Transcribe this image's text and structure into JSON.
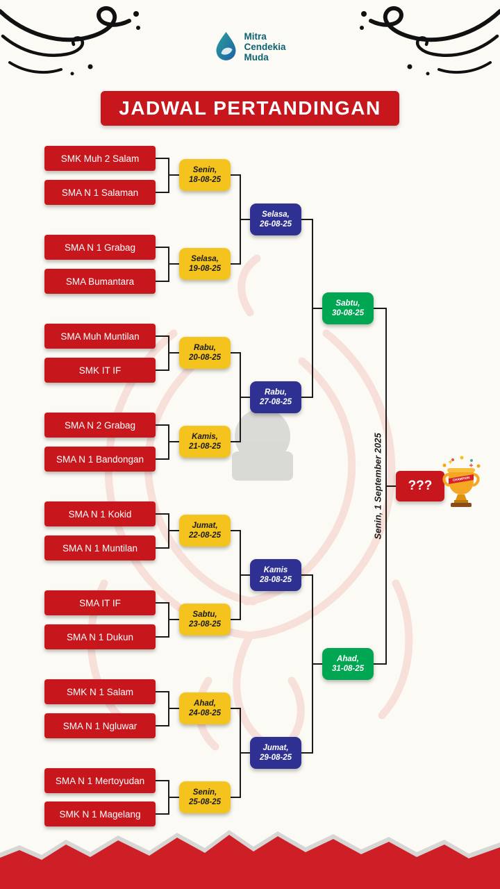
{
  "logo": {
    "lines": [
      "Mitra",
      "Cendekia",
      "Muda"
    ]
  },
  "title": "JADWAL PERTANDINGAN",
  "colors": {
    "red": "#C8161D",
    "yellow": "#F5C31D",
    "blue": "#2E3192",
    "green": "#00A651",
    "logo_teal": "#0E6373"
  },
  "round1": [
    {
      "team1": "SMK Muh 2 Salam",
      "team2": "SMA N 1 Salaman",
      "day": "Senin,",
      "date": "18-08-25"
    },
    {
      "team1": "SMA N 1 Grabag",
      "team2": "SMA Bumantara",
      "day": "Selasa,",
      "date": "19-08-25"
    },
    {
      "team1": "SMA Muh Muntilan",
      "team2": "SMK IT IF",
      "day": "Rabu,",
      "date": "20-08-25"
    },
    {
      "team1": "SMA N 2 Grabag",
      "team2": "SMA N 1 Bandongan",
      "day": "Kamis,",
      "date": "21-08-25"
    },
    {
      "team1": "SMA N 1 Kokid",
      "team2": "SMA N 1 Muntilan",
      "day": "Jumat,",
      "date": "22-08-25"
    },
    {
      "team1": "SMA IT IF",
      "team2": "SMA N 1 Dukun",
      "day": "Sabtu,",
      "date": "23-08-25"
    },
    {
      "team1": "SMK N 1 Salam",
      "team2": "SMA N 1 Ngluwar",
      "day": "Ahad,",
      "date": "24-08-25"
    },
    {
      "team1": "SMA N 1 Mertoyudan",
      "team2": "SMK N 1 Magelang",
      "day": "Senin,",
      "date": "25-08-25"
    }
  ],
  "round2": [
    {
      "day": "Selasa,",
      "date": "26-08-25"
    },
    {
      "day": "Rabu,",
      "date": "27-08-25"
    },
    {
      "day": "Kamis",
      "date": "28-08-25"
    },
    {
      "day": "Jumat,",
      "date": "29-08-25"
    }
  ],
  "semifinal": [
    {
      "day": "Sabtu,",
      "date": "30-08-25"
    },
    {
      "day": "Ahad,",
      "date": "31-08-25"
    }
  ],
  "final": {
    "date_label": "Senin, 1 September 2025",
    "winner_placeholder": "???"
  },
  "trophy": {
    "ribbon_label": "CHAMPION"
  }
}
